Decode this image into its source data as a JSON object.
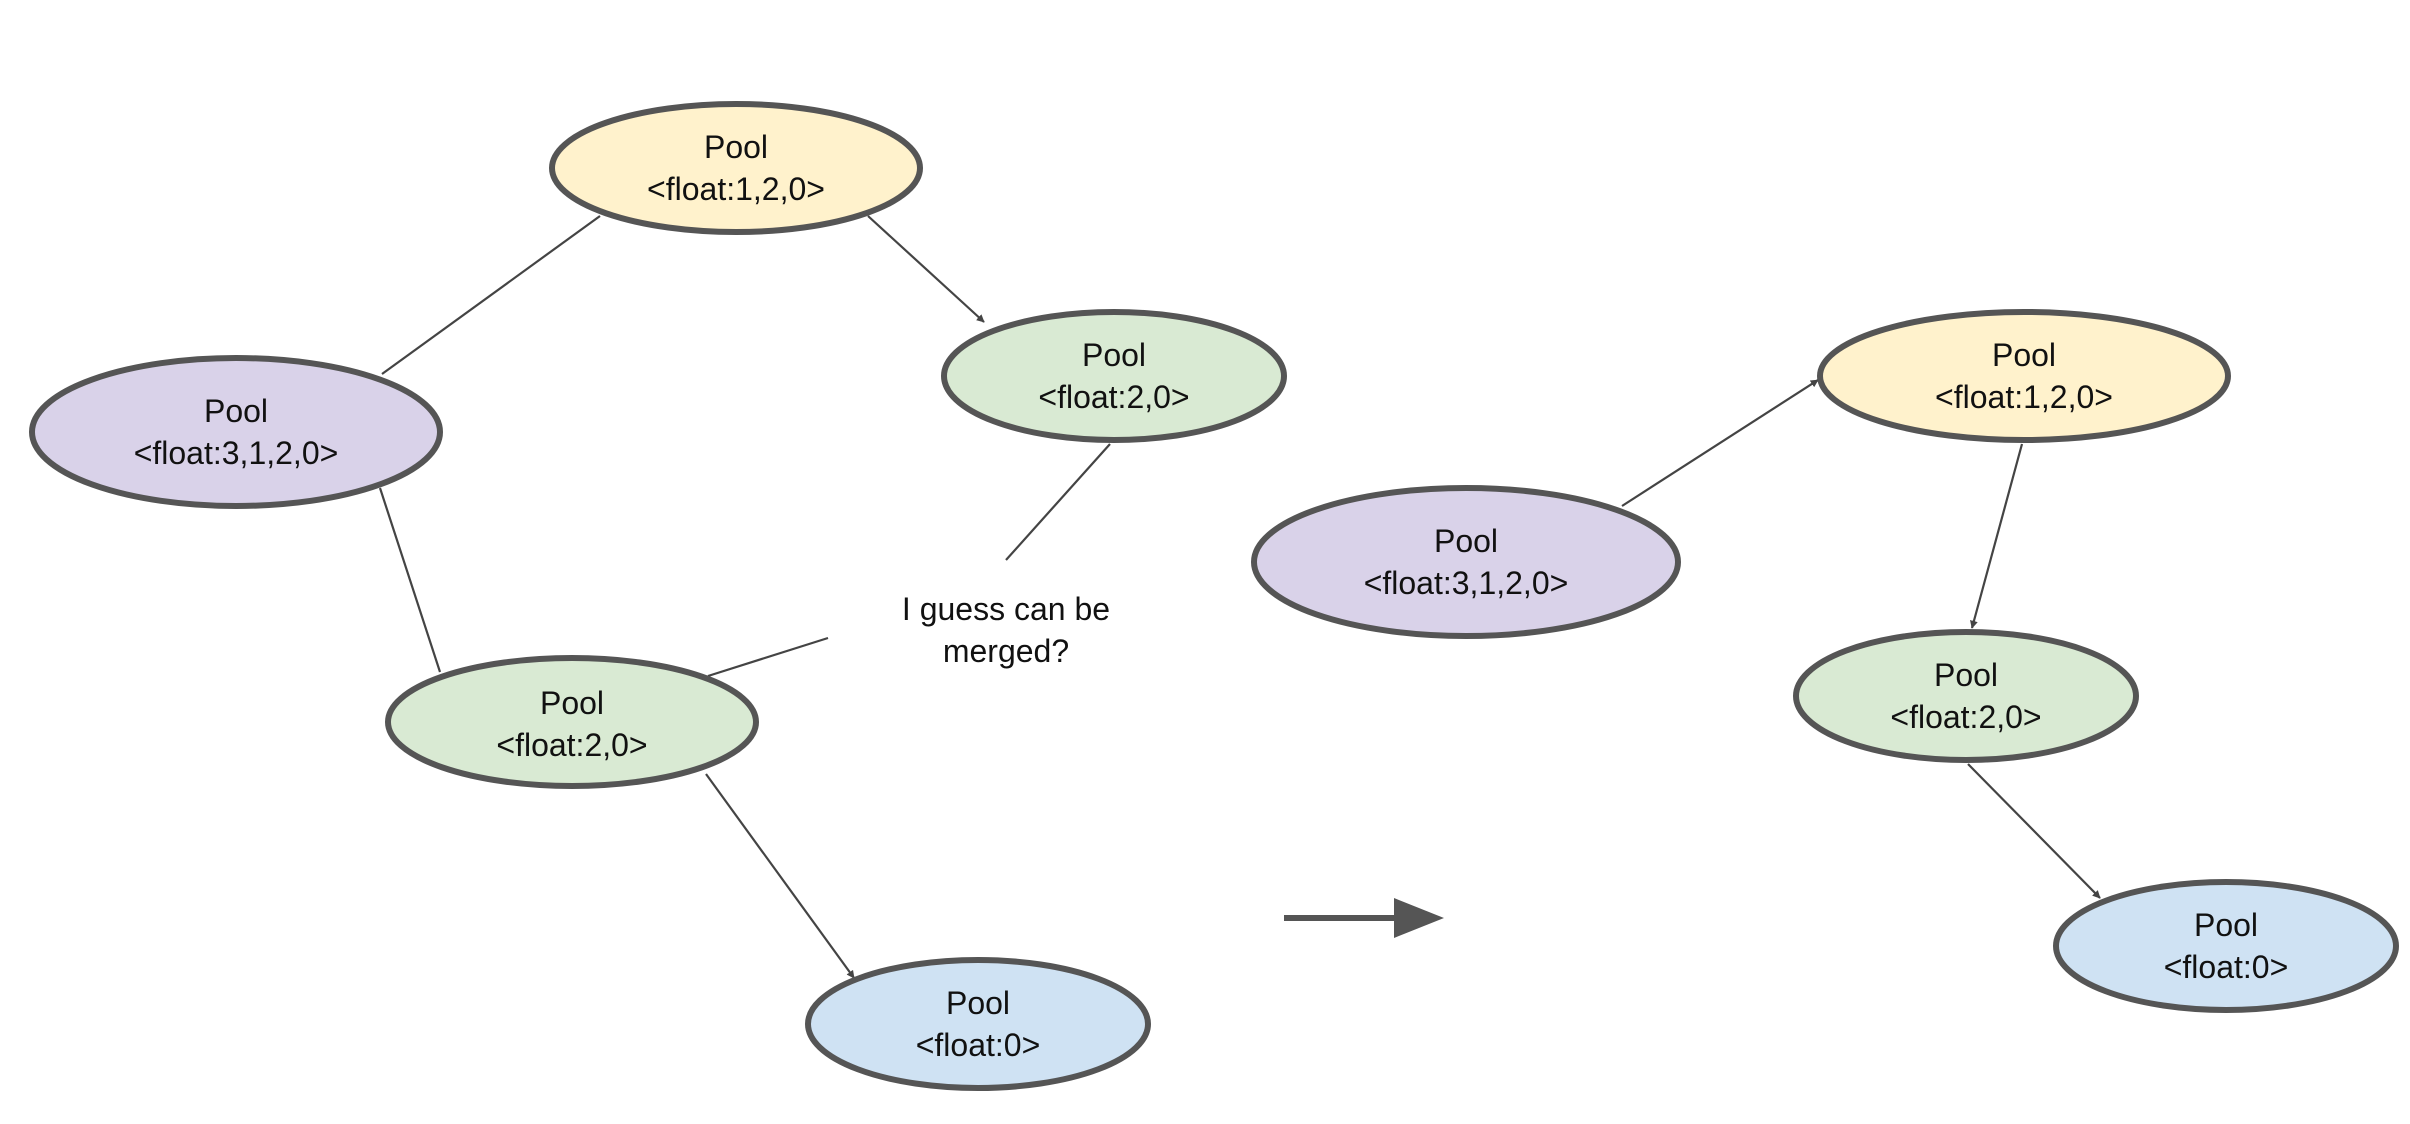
{
  "colors": {
    "yellow": "#fff2cc",
    "purple": "#d9d2e9",
    "green": "#d9ead3",
    "blue": "#cfe2f3",
    "stroke": "#555555",
    "edge": "#444444"
  },
  "nodes": {
    "left_root": {
      "title": "Pool",
      "type": "<float:1,2,0>",
      "fill": "yellow"
    },
    "left_purple": {
      "title": "Pool",
      "type": "<float:3,1,2,0>",
      "fill": "purple"
    },
    "left_green_top": {
      "title": "Pool",
      "type": "<float:2,0>",
      "fill": "green"
    },
    "left_green_bottom": {
      "title": "Pool",
      "type": "<float:2,0>",
      "fill": "green"
    },
    "left_blue": {
      "title": "Pool",
      "type": "<float:0>",
      "fill": "blue"
    },
    "right_purple": {
      "title": "Pool",
      "type": "<float:3,1,2,0>",
      "fill": "purple"
    },
    "right_yellow": {
      "title": "Pool",
      "type": "<float:1,2,0>",
      "fill": "yellow"
    },
    "right_green": {
      "title": "Pool",
      "type": "<float:2,0>",
      "fill": "green"
    },
    "right_blue": {
      "title": "Pool",
      "type": "<float:0>",
      "fill": "blue"
    }
  },
  "note": {
    "line1": "I guess can be",
    "line2": "merged?"
  }
}
